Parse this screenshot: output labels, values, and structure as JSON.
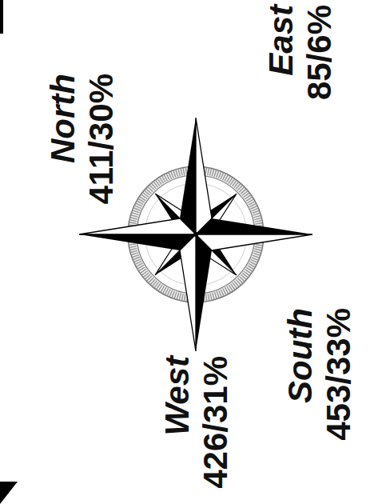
{
  "diagram": {
    "labels": [
      "North",
      "411/30%",
      "East",
      "85/6%",
      "South",
      "453/33%",
      "West",
      "426/31%"
    ]
  }
}
